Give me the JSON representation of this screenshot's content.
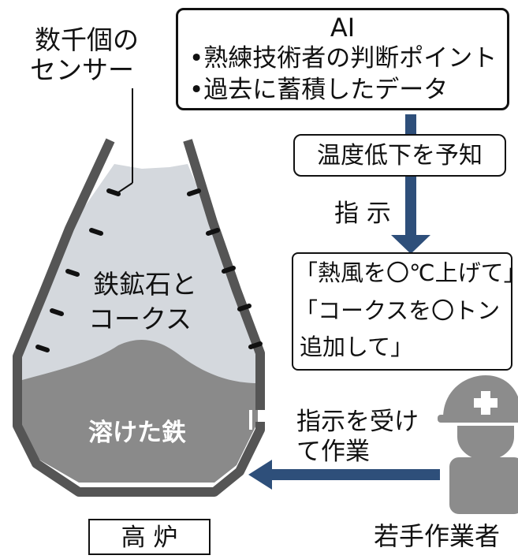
{
  "sensors": {
    "line1": "数千個の",
    "line2": "センサー"
  },
  "ai_box": {
    "title": "AI",
    "bullet1": "•熟練技術者の判断ポイント",
    "bullet2": "•過去に蓄積したデータ"
  },
  "prediction_box": {
    "text": "温度低下を予知"
  },
  "instruction_label": "指 示",
  "instruction_box": {
    "line1": "「熱風を〇℃上げて」",
    "line2": "「コークスを〇トン",
    "line3": "追加して」"
  },
  "furnace": {
    "ore_line1": "鉄鉱石と",
    "ore_line2": "コークス",
    "molten_label": "溶けた鉄",
    "caption": "高 炉"
  },
  "action_label": {
    "line1": "指示を受け",
    "line2": "て作業"
  },
  "worker": {
    "label": "若手作業者"
  },
  "colors": {
    "arrow_blue": "#2e4f7a",
    "furnace_wall": "#555555",
    "ore_fill": "#d4d8dd",
    "molten_fill": "#8a8a8a",
    "worker_gray": "#8c8c8c"
  }
}
